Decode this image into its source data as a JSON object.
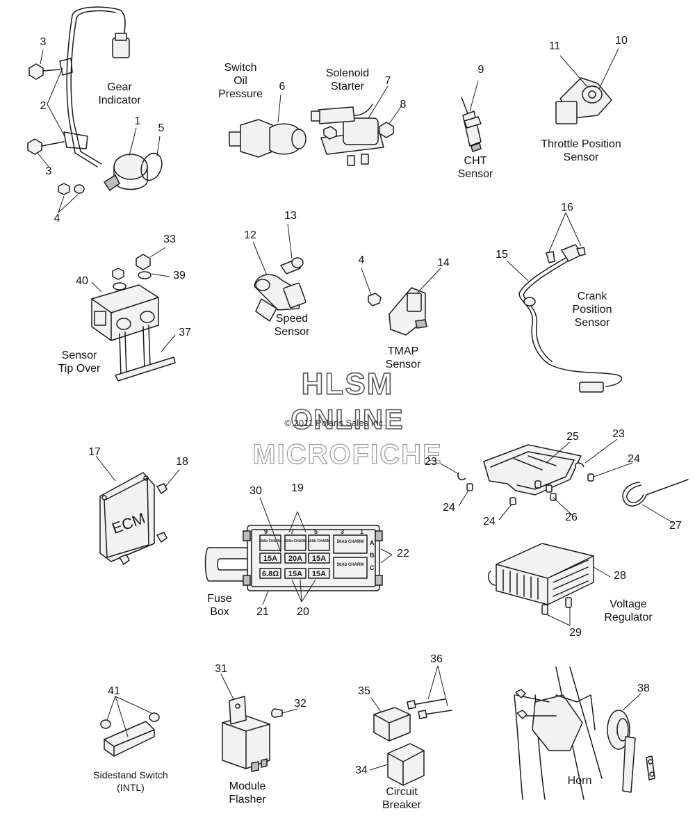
{
  "watermark": {
    "line1": "HLSM",
    "line2": "ONLINE",
    "line3": "MICROFICHE",
    "copyright": "© 2011 Polaris Sales Inc."
  },
  "labels": {
    "gear_indicator": [
      "Gear",
      "Indicator"
    ],
    "switch_oil_pressure": [
      "Switch",
      "Oil",
      "Pressure"
    ],
    "solenoid_starter": [
      "Solenoid",
      "Starter"
    ],
    "cht_sensor": [
      "CHT",
      "Sensor"
    ],
    "throttle_position_sensor": [
      "Throttle Position",
      "Sensor"
    ],
    "speed_sensor": [
      "Speed",
      "Sensor"
    ],
    "tmap_sensor": [
      "TMAP",
      "Sensor"
    ],
    "sensor_tip_over": [
      "Sensor",
      "Tip Over"
    ],
    "crank_position_sensor": [
      "Crank",
      "Position",
      "Sensor"
    ],
    "fuse_box": [
      "Fuse",
      "Box"
    ],
    "voltage_regulator": [
      "Voltage",
      "Regulator"
    ],
    "sidestand_switch": [
      "Sidestand Switch",
      "(INTL)"
    ],
    "module_flasher": [
      "Module",
      "Flasher"
    ],
    "circuit_breaker": [
      "Circuit",
      "Breaker"
    ],
    "horn": [
      "Horn"
    ]
  },
  "ecm_text": "ECM",
  "fuse_box": {
    "fuses_top": [
      "15A",
      "20A",
      "15A"
    ],
    "fuses_bottom": [
      "6.8Ω",
      "15A",
      "15A"
    ],
    "relay_text": "50Ab CHARM",
    "corner_numbers": [
      "9",
      "7",
      "5",
      "3",
      "1"
    ],
    "side_letters": [
      "A",
      "B",
      "C"
    ]
  },
  "callouts": [
    {
      "id": "3a",
      "text": "3"
    },
    {
      "id": "2",
      "text": "2"
    },
    {
      "id": "3b",
      "text": "3"
    },
    {
      "id": "1",
      "text": "1"
    },
    {
      "id": "5",
      "text": "5"
    },
    {
      "id": "4a",
      "text": "4"
    },
    {
      "id": "6",
      "text": "6"
    },
    {
      "id": "7",
      "text": "7"
    },
    {
      "id": "8",
      "text": "8"
    },
    {
      "id": "9",
      "text": "9"
    },
    {
      "id": "11",
      "text": "11"
    },
    {
      "id": "10",
      "text": "10"
    },
    {
      "id": "33",
      "text": "33"
    },
    {
      "id": "40",
      "text": "40"
    },
    {
      "id": "39",
      "text": "39"
    },
    {
      "id": "37",
      "text": "37"
    },
    {
      "id": "13",
      "text": "13"
    },
    {
      "id": "12",
      "text": "12"
    },
    {
      "id": "4b",
      "text": "4"
    },
    {
      "id": "14",
      "text": "14"
    },
    {
      "id": "16",
      "text": "16"
    },
    {
      "id": "15",
      "text": "15"
    },
    {
      "id": "25",
      "text": "25"
    },
    {
      "id": "23a",
      "text": "23"
    },
    {
      "id": "23b",
      "text": "23"
    },
    {
      "id": "24a",
      "text": "24"
    },
    {
      "id": "24b",
      "text": "24"
    },
    {
      "id": "24c",
      "text": "24"
    },
    {
      "id": "26",
      "text": "26"
    },
    {
      "id": "27",
      "text": "27"
    },
    {
      "id": "17",
      "text": "17"
    },
    {
      "id": "18",
      "text": "18"
    },
    {
      "id": "30",
      "text": "30"
    },
    {
      "id": "19",
      "text": "19"
    },
    {
      "id": "22",
      "text": "22"
    },
    {
      "id": "21",
      "text": "21"
    },
    {
      "id": "20",
      "text": "20"
    },
    {
      "id": "28",
      "text": "28"
    },
    {
      "id": "29",
      "text": "29"
    },
    {
      "id": "41",
      "text": "41"
    },
    {
      "id": "31",
      "text": "31"
    },
    {
      "id": "32",
      "text": "32"
    },
    {
      "id": "36",
      "text": "36"
    },
    {
      "id": "35",
      "text": "35"
    },
    {
      "id": "34",
      "text": "34"
    },
    {
      "id": "38",
      "text": "38"
    }
  ]
}
